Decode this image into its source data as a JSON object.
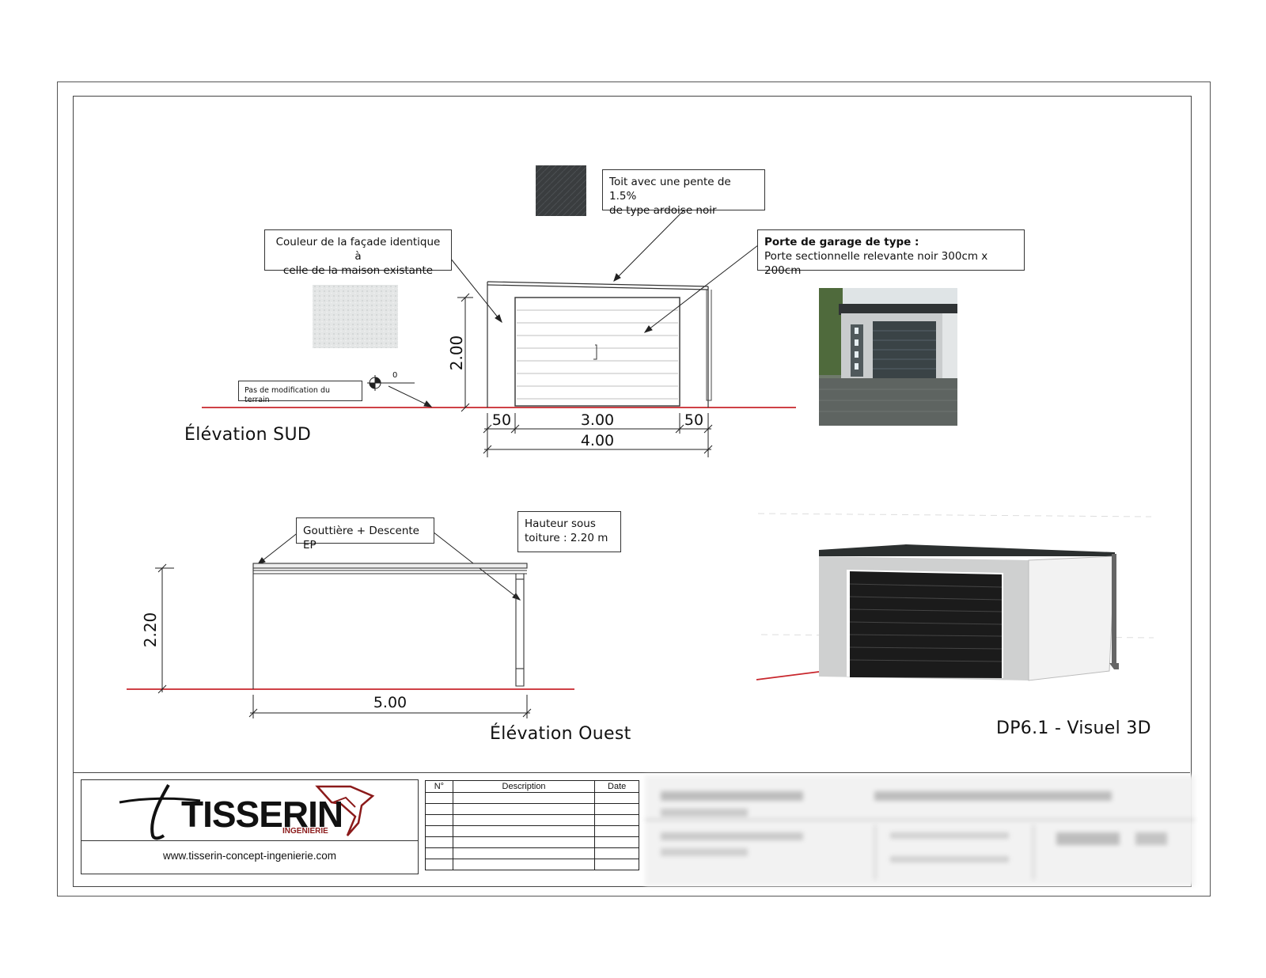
{
  "callouts": {
    "roof": "Toit avec une pente de 1.5%\nde type ardoise noir",
    "facade": "Couleur de la façade identique à\ncelle de la maison existante",
    "garage_door_title": "Porte de garage de type :",
    "garage_door_desc": "Porte sectionnelle relevante noir 300cm x 200cm",
    "terrain": "Pas de modification du terrain",
    "gutter": "Gouttière + Descente EP",
    "height": "Hauteur sous\ntoiture : 2.20 m"
  },
  "south": {
    "title": "Élévation SUD",
    "dim_height": "2.00",
    "dim_left": "50",
    "dim_door": "3.00",
    "dim_right": "50",
    "dim_total": "4.00",
    "level_mark": "0"
  },
  "west": {
    "title": "Élévation Ouest",
    "dim_height": "2.20",
    "dim_length": "5.00"
  },
  "visual3d": {
    "title": "DP6.1 - Visuel 3D"
  },
  "title_block": {
    "logo_text": "TISSERIN",
    "logo_sub": "INGENIERIE",
    "website": "www.tisserin-concept-ingenierie.com",
    "revision_headers": [
      "N°",
      "Description",
      "Date"
    ]
  },
  "colors": {
    "ground_line": "#c8262c",
    "logo_red": "#8b1a1a",
    "door_dark": "#1b1b1b",
    "frame": "#555555"
  }
}
